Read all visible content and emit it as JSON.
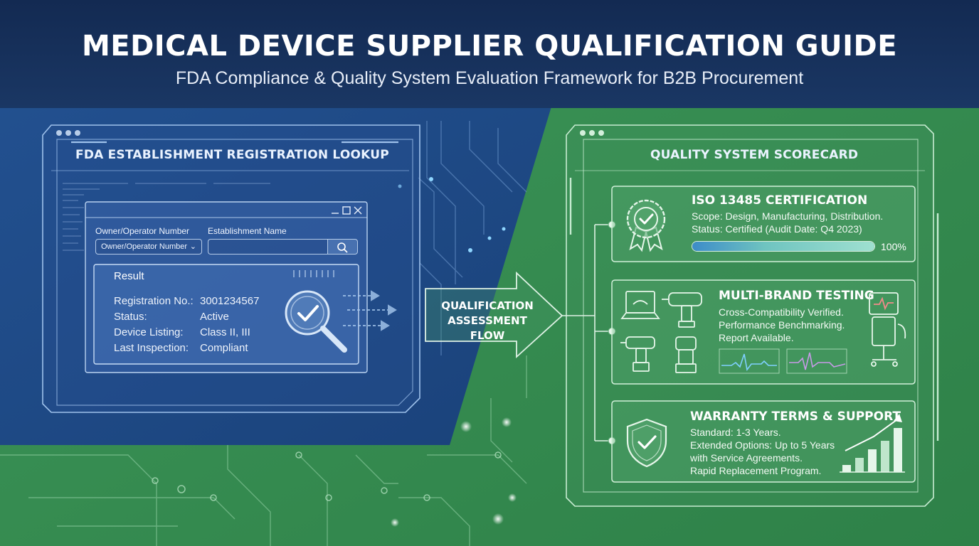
{
  "header": {
    "title": "MEDICAL DEVICE SUPPLIER QUALIFICATION GUIDE",
    "subtitle": "FDA Compliance & Quality System Evaluation Framework for B2B Procurement"
  },
  "fda_panel": {
    "title": "FDA ESTABLISHMENT REGISTRATION LOOKUP",
    "owner_label": "Owner/Operator Number",
    "owner_select_value": "Owner/Operator Number",
    "name_label": "Establishment Name",
    "name_value": "",
    "result": {
      "title": "Result",
      "rows": [
        {
          "key": "Registration No.:",
          "value": "3001234567"
        },
        {
          "key": "Status:",
          "value": "Active"
        },
        {
          "key": "Device Listing:",
          "value": "Class II, III"
        },
        {
          "key": "Last Inspection:",
          "value": "Compliant"
        }
      ]
    }
  },
  "flow": {
    "line1": "QUALIFICATION",
    "line2": "ASSESSMENT FLOW"
  },
  "scorecard": {
    "title": "QUALITY SYSTEM SCORECARD",
    "iso": {
      "title": "ISO 13485 CERTIFICATION",
      "lines": [
        "Scope: Design, Manufacturing, Distribution.",
        "Status: Certified (Audit Date: Q4 2023)"
      ],
      "progress": 1.0,
      "progress_label": "100%"
    },
    "testing": {
      "title": "MULTI-BRAND TESTING",
      "lines": [
        "Cross-Compatibility Verified.",
        "Performance Benchmarking.",
        "Report Available."
      ]
    },
    "warranty": {
      "title": "WARRANTY TERMS & SUPPORT",
      "lines": [
        "Standard: 1-3 Years.",
        "Extended Options: Up to 5 Years",
        "with Service Agreements.",
        "Rapid Replacement Program."
      ]
    }
  },
  "colors": {
    "header_bg": "#16305a",
    "blue_panel": "#1d4a8a",
    "green_panel": "#3a8f55",
    "line_blue": "#9fc2ec",
    "line_green": "#c8ecd2"
  },
  "icons": [
    "window-dot-icon",
    "minimize-icon",
    "maximize-icon",
    "close-icon",
    "chevron-down-icon",
    "search-icon",
    "magnifier-check-icon",
    "award-badge-icon",
    "laptop-icon",
    "drill-icon",
    "monitor-cart-icon",
    "shield-check-icon",
    "growth-chart-icon"
  ]
}
